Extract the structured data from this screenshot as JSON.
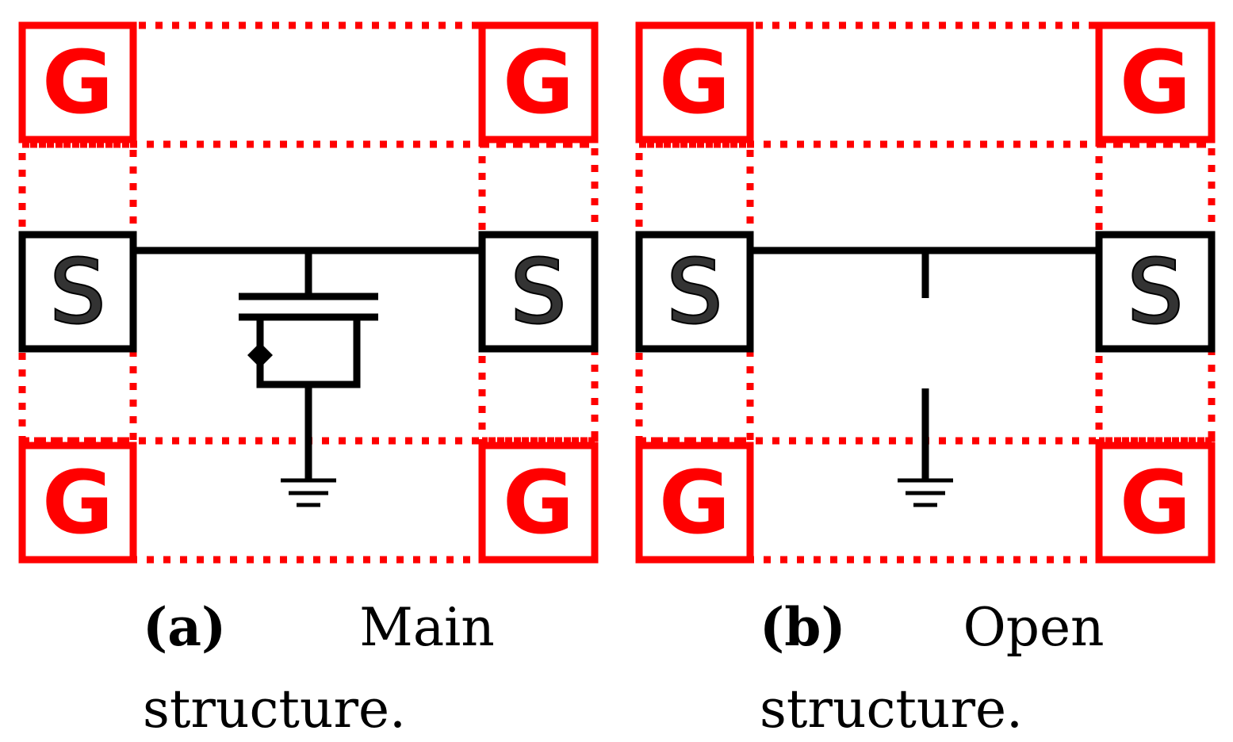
{
  "pads": {
    "ground_label": "G",
    "signal_label": "S"
  },
  "colors": {
    "ground": "#ff0000",
    "signal": "#000000"
  },
  "captions": {
    "a": {
      "tag": "(a)",
      "line1": "Main",
      "line2": "structure."
    },
    "b": {
      "tag": "(b)",
      "line1": "Open",
      "line2": "structure."
    }
  }
}
